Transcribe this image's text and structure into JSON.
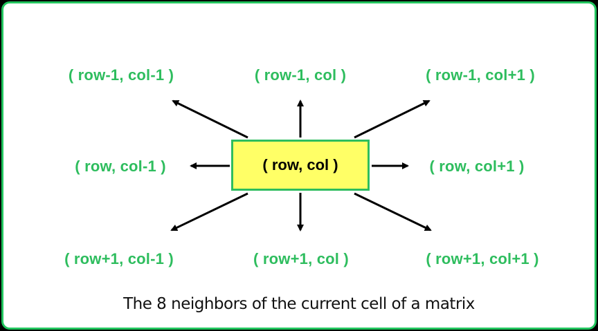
{
  "center": {
    "label": "( row, col )"
  },
  "neighbors": {
    "top_left": "( row-1, col-1 )",
    "top": "( row-1, col )",
    "top_right": "( row-1, col+1 )",
    "left": "( row, col-1 )",
    "right": "( row, col+1 )",
    "bottom_left": "( row+1, col-1 )",
    "bottom": "( row+1, col )",
    "bottom_right": "( row+1, col+1 )"
  },
  "caption": "The 8 neighbors of the current cell of a matrix",
  "colors": {
    "frame_border": "#22c55e",
    "label_text": "#2ebd5e",
    "center_fill": "#ffff66",
    "arrow": "#000000"
  }
}
